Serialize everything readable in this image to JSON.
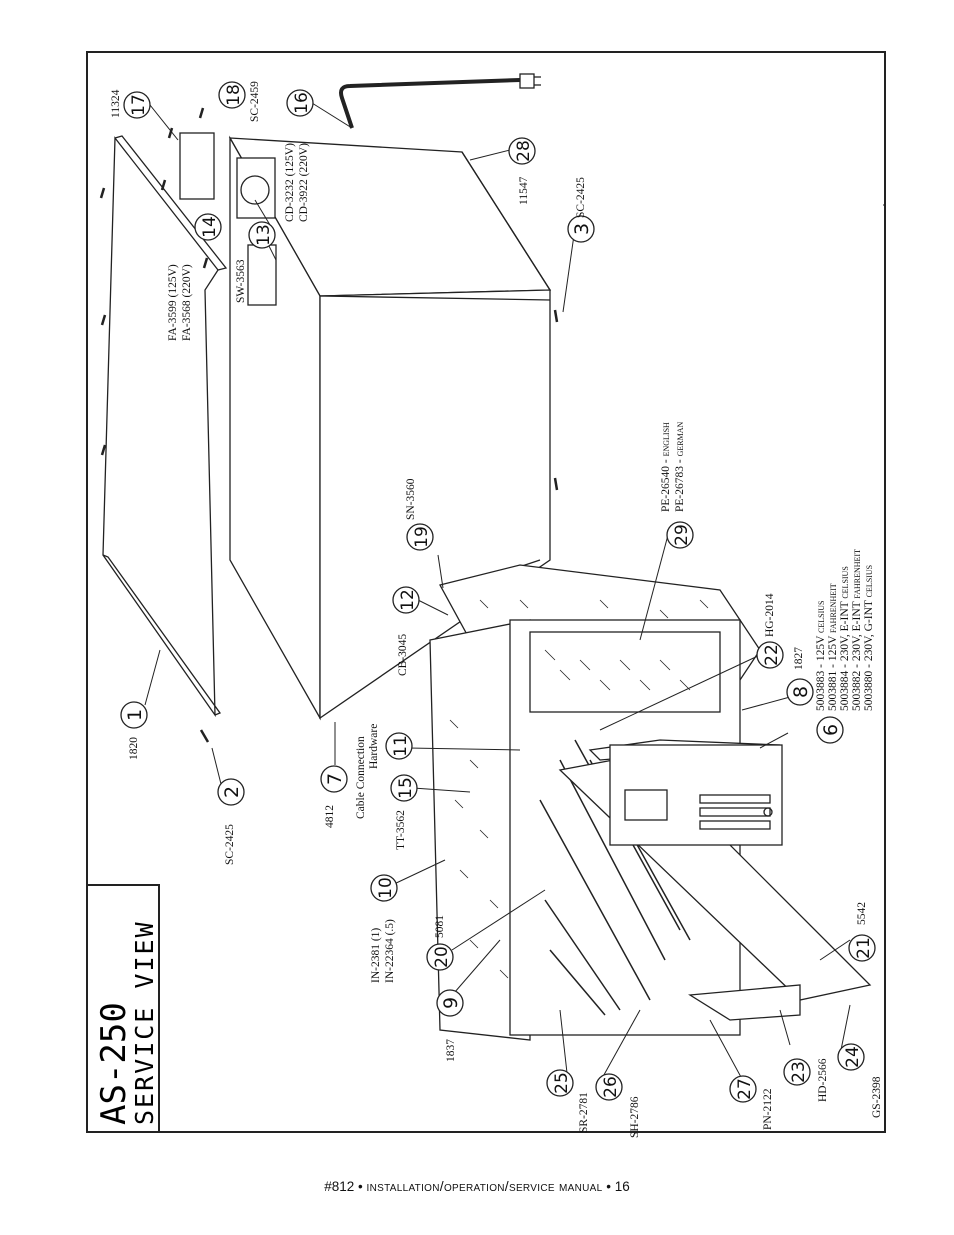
{
  "title": {
    "model": "AS-250",
    "view": "SERVICE VIEW"
  },
  "footer": {
    "doc_number": "#812",
    "manual": "installation/operation/service manual",
    "page": "16"
  },
  "callouts": [
    {
      "num": "1",
      "labels": [
        "1820"
      ]
    },
    {
      "num": "2",
      "labels": [
        "SC-2425"
      ]
    },
    {
      "num": "3",
      "labels": [
        "SC-2425"
      ]
    },
    {
      "num": "6",
      "labels": []
    },
    {
      "num": "7",
      "labels": [
        "4812"
      ]
    },
    {
      "num": "8",
      "labels": [
        "1827"
      ]
    },
    {
      "num": "9",
      "labels": [
        "1837"
      ]
    },
    {
      "num": "10",
      "labels": [
        "IN-2381 (1)",
        "IN-22364 (.5)"
      ]
    },
    {
      "num": "11",
      "labels": [
        "Cable Connection",
        "Hardware"
      ]
    },
    {
      "num": "12",
      "labels": [
        "CB-3045"
      ]
    },
    {
      "num": "13",
      "labels": [
        "SW-3563"
      ]
    },
    {
      "num": "14",
      "labels": [
        "CD-3232 (125V)",
        "CD-3922 (220V)"
      ]
    },
    {
      "num": "15",
      "labels": [
        "TT-3562"
      ]
    },
    {
      "num": "16",
      "labels": [
        "SC-2459"
      ]
    },
    {
      "num": "17",
      "labels": [
        "11324"
      ]
    },
    {
      "num": "18",
      "labels": []
    },
    {
      "num": "19",
      "labels": [
        "SN-3560"
      ]
    },
    {
      "num": "20",
      "labels": [
        "5081"
      ]
    },
    {
      "num": "21",
      "labels": [
        "5542"
      ]
    },
    {
      "num": "22",
      "labels": [
        "HG-2014"
      ]
    },
    {
      "num": "23",
      "labels": [
        "HD-2566"
      ]
    },
    {
      "num": "24",
      "labels": [
        "GS-2398"
      ]
    },
    {
      "num": "25",
      "labels": [
        "SR-2781"
      ]
    },
    {
      "num": "26",
      "labels": [
        "SH-2786"
      ]
    },
    {
      "num": "27",
      "labels": [
        "PN-2122"
      ]
    },
    {
      "num": "28",
      "labels": [
        "11547"
      ]
    },
    {
      "num": "29",
      "labels": [
        "PE-26540 - english",
        "PE-26783 - german"
      ]
    }
  ],
  "fan_labels": [
    "FA-3599 (125V)",
    "FA-3568 (220V)"
  ],
  "control_models": [
    "5003883 - 125V celsius",
    "5003881 - 125V fahrenheit",
    "5003884 - 230V, E-INT celsius",
    "5003882 - 230V, E-INT fahrenheit",
    "5003880 - 230V, G-INT celsius"
  ]
}
